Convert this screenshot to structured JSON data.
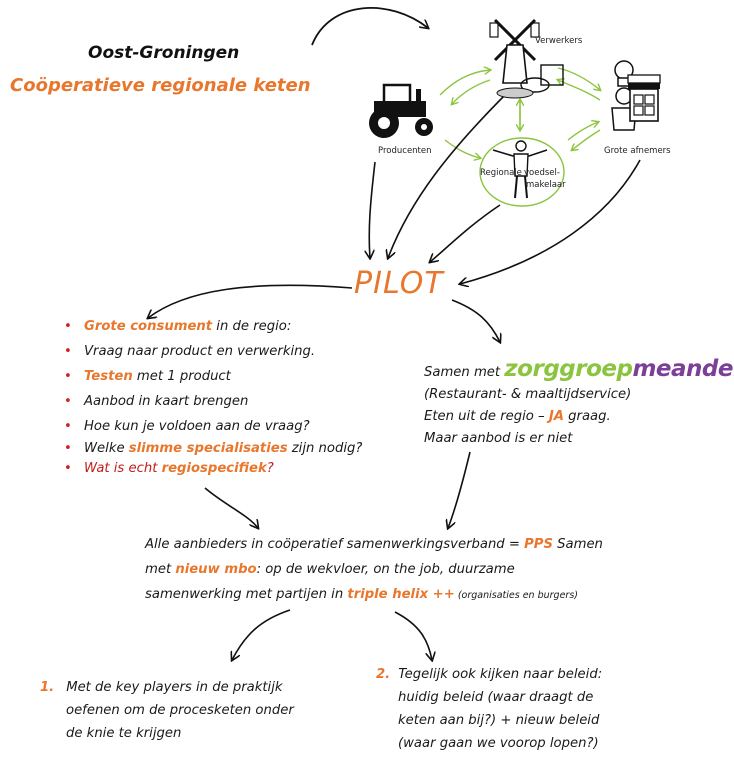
{
  "title": {
    "line1": "Oost-Groningen",
    "line2": "Coöperatieve regionale keten"
  },
  "network": {
    "verwerkers": "Verwerkers",
    "producenten": "Producenten",
    "grote_afnemers": "Grote afnemers",
    "regionale": "Regionale",
    "voedsel": "voedsel-",
    "makelaar": "makelaar"
  },
  "pilot": "PILOT",
  "left_list": [
    {
      "hl": "Grote consument",
      "rest": " in de regio:"
    },
    {
      "pre": "Vraag naar product en verwerking."
    },
    {
      "hl": "Testen",
      "rest": " met 1 product"
    },
    {
      "pre": "Aanbod in kaart brengen"
    },
    {
      "pre": "Hoe kun je voldoen aan de vraag?"
    },
    {
      "pre": "Welke ",
      "hl": "slimme specialisaties",
      "rest": " zijn nodig?"
    },
    {
      "pre": "Wat is echt ",
      "hl": "regiospecifiek",
      "rest": "?"
    }
  ],
  "right_block": {
    "samen_met": "Samen met",
    "logo_zorggroep": "zorggroep",
    "logo_meander": "meander",
    "line2": "(Restaurant- & maaltijdservice)",
    "line3_pre": "Eten uit de regio – ",
    "line3_hl": "JA",
    "line3_post": " graag.",
    "line4": "Maar aanbod is er niet"
  },
  "middle": {
    "l1_pre": "Alle aanbieders in coöperatief samenwerkingsverband = ",
    "l1_hl": "PPS",
    "l1_post": " Samen",
    "l2_pre": "met ",
    "l2_hl": "nieuw mbo",
    "l2_post": ": op de wekvloer, on the job, duurzame",
    "l3_pre": "samenwerking met partijen in ",
    "l3_hl": "triple helix ++",
    "l3_small": " (organisaties en burgers)"
  },
  "bottom_left": {
    "num": "1.",
    "line1": "Met de key players in de praktijk",
    "line2": "oefenen om de procesketen onder",
    "line3": "de knie te krijgen"
  },
  "bottom_right": {
    "num": "2.",
    "line1": "Tegelijk ook kijken naar beleid:",
    "line2": "huidig beleid (waar draagt de",
    "line3": "keten aan bij?) + nieuw beleid",
    "line4": "(waar gaan we voorop lopen?)"
  },
  "colors": {
    "orange": "#e8772e",
    "red": "#c0201a",
    "green": "#8cc43f",
    "purple": "#7b3f98"
  },
  "icons": [
    "tractor-icon",
    "windmill-icon",
    "chef-icon",
    "shop-icon",
    "traffic-person-icon"
  ]
}
